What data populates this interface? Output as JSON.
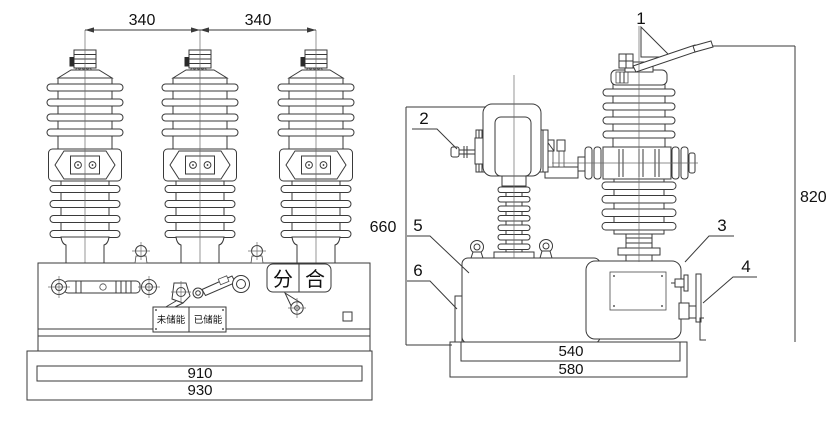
{
  "drawing_type": "outdoor vacuum circuit breaker outline drawing, front and side views",
  "colors": {
    "line": "#3a3a3a",
    "text": "#111111",
    "background": "#ffffff"
  },
  "front_view": {
    "pole_pitch_left": "340",
    "pole_pitch_right": "340",
    "base_width_inner": "910",
    "base_width_outer": "930",
    "switch_indicator": {
      "open": "分",
      "close": "合"
    },
    "energy_plate": {
      "not_charged": "未储能",
      "charged": "已储能"
    }
  },
  "side_view": {
    "body_height": "660",
    "total_height": "820",
    "base_depth_inner": "540",
    "base_depth_outer": "580"
  },
  "callouts": {
    "c1": "1",
    "c2": "2",
    "c3": "3",
    "c4": "4",
    "c5": "5",
    "c6": "6"
  }
}
